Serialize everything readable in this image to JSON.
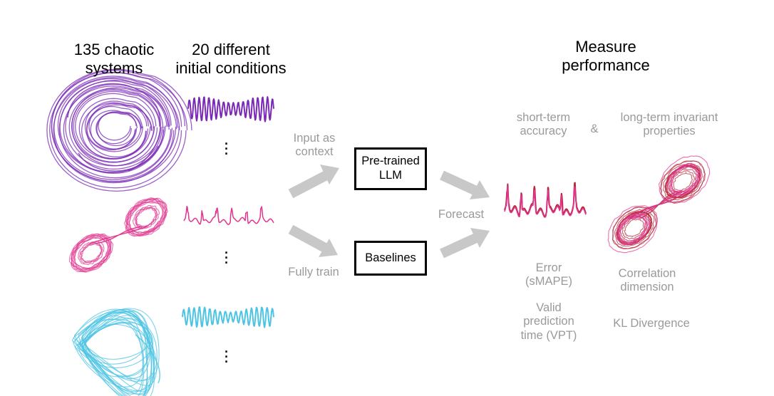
{
  "headers": {
    "systems": [
      "135 chaotic",
      "systems"
    ],
    "conditions": [
      "20 different",
      "initial conditions"
    ],
    "measure": [
      "Measure",
      "performance"
    ]
  },
  "labels": {
    "input_context": [
      "Input as",
      "context"
    ],
    "fully_train": "Fully train",
    "forecast": "Forecast",
    "short_term": [
      "short-term",
      "accuracy"
    ],
    "ampersand": "&",
    "long_term": [
      "long-term invariant",
      "properties"
    ],
    "error": [
      "Error",
      "(sMAPE)"
    ],
    "vpt": [
      "Valid",
      "prediction",
      "time (VPT)"
    ],
    "correlation": [
      "Correlation",
      "dimension"
    ],
    "kl": "KL Divergence"
  },
  "boxes": {
    "llm": [
      "Pre-trained",
      "LLM"
    ],
    "baselines": "Baselines"
  },
  "colors": {
    "purple": "#7a2bb5",
    "pink": "#e0358f",
    "cyan": "#4ec4e3",
    "crimson": "#b5283a",
    "arrow_gray": "#c8c8c8",
    "label_gray": "#9a9a9a"
  }
}
